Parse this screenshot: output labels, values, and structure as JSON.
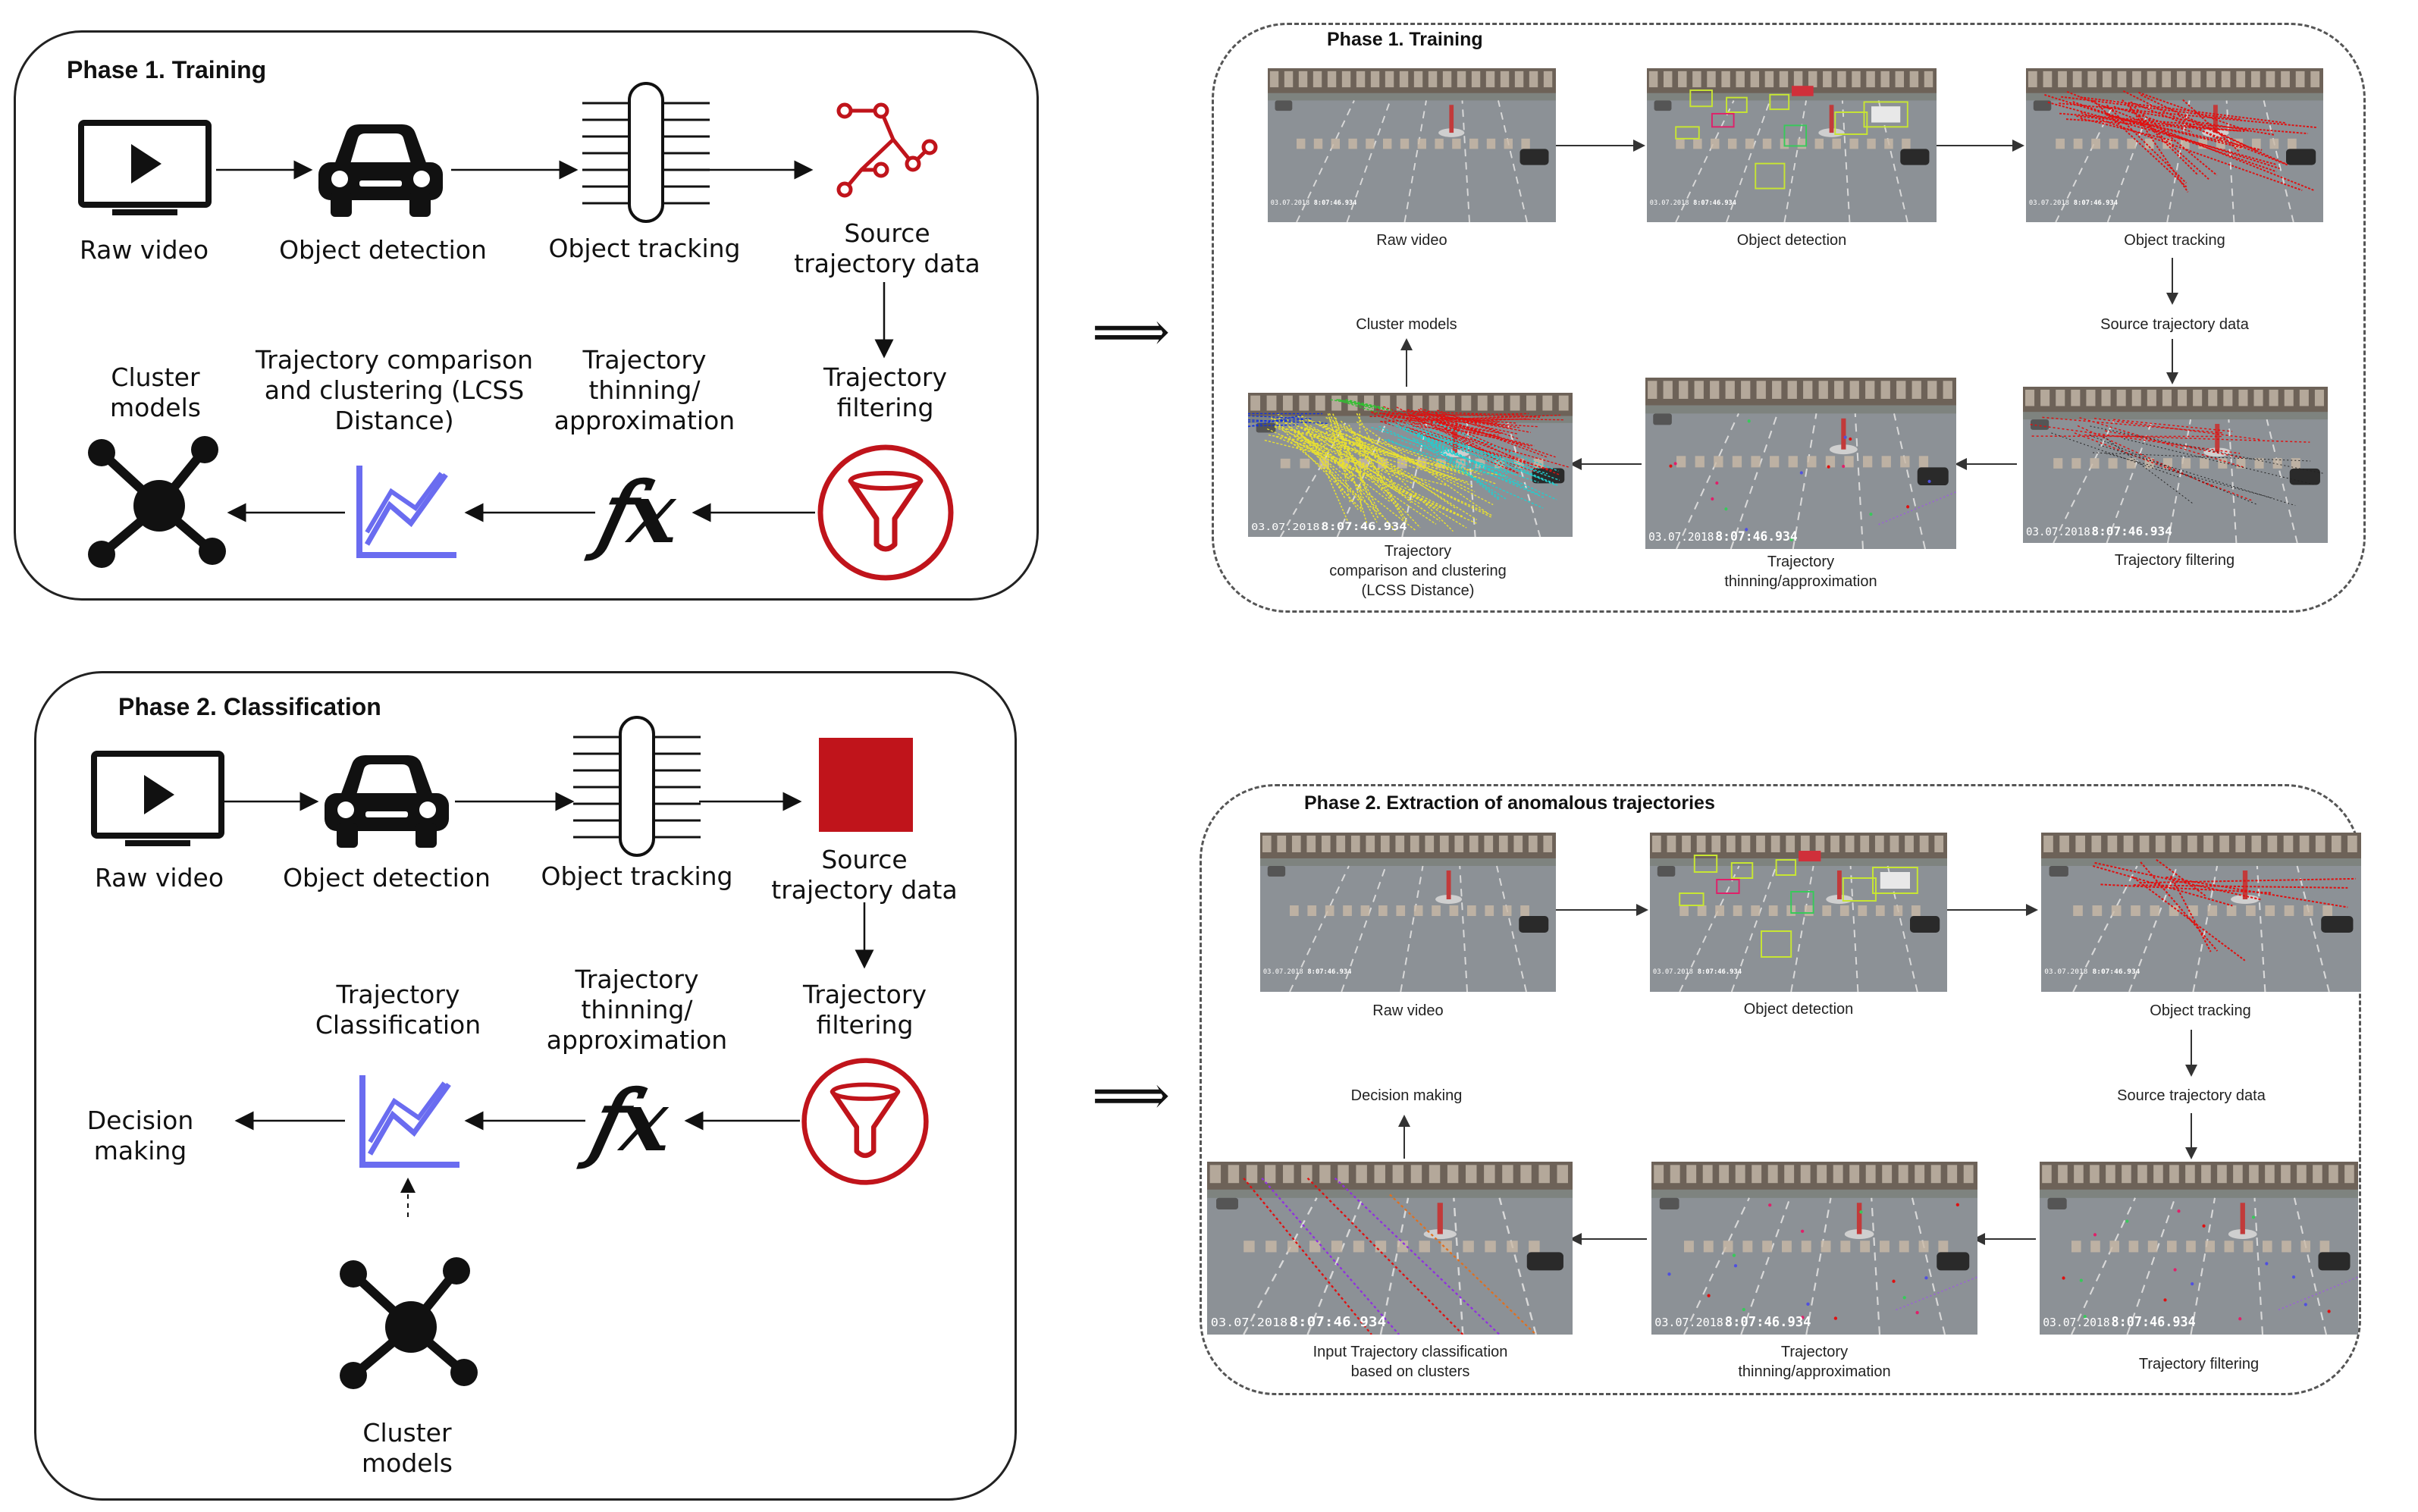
{
  "phase1": {
    "title": "Phase 1. Training",
    "raw_video": "Raw video",
    "object_detection": "Object detection",
    "object_tracking": "Object tracking",
    "source_trajectory": "Source\ntrajectory data",
    "trajectory_filtering": "Trajectory\nfiltering",
    "thinning": "Trajectory\nthinning/\napproximation",
    "comparison": "Trajectory comparison\nand clustering (LCSS\nDistance)",
    "cluster_models": "Cluster\nmodels"
  },
  "phase2": {
    "title": "Phase 2. Classification",
    "raw_video": "Raw video",
    "object_detection": "Object detection",
    "object_tracking": "Object tracking",
    "source_trajectory": "Source\ntrajectory data",
    "trajectory_filtering": "Trajectory\nfiltering",
    "thinning": "Trajectory\nthinning/\napproximation",
    "classification": "Trajectory\nClassification",
    "decision_making": "Decision making",
    "cluster_models": "Cluster\nmodels"
  },
  "implies_symbol": "⟹",
  "screens1": {
    "title": "Phase 1. Training",
    "raw_video": "Raw video",
    "object_detection": "Object detection",
    "object_tracking": "Object tracking",
    "source_trajectory": "Source trajectory data",
    "cluster_models": "Cluster models",
    "comparison": "Trajectory\ncomparison and clustering\n(LCSS Distance)",
    "thinning": "Trajectory\nthinning/approximation",
    "filtering": "Trajectory filtering"
  },
  "screens2": {
    "title": "Phase 2. Extraction of anomalous trajectories",
    "raw_video": "Raw video",
    "object_detection": "Object detection",
    "object_tracking": "Object tracking",
    "source_trajectory": "Source trajectory data",
    "decision_making": "Decision making",
    "classification": "Input Trajectory classification\nbased on clusters",
    "thinning": "Trajectory\nthinning/approximation",
    "filtering": "Trajectory filtering"
  },
  "frame_text": {
    "date": "03.07.2018",
    "time": "8:07:46.934"
  },
  "icons": {
    "video": "monitor-play-icon",
    "car": "car-icon",
    "tracking": "tracking-lines-icon",
    "trajectory": "trajectory-nodes-icon",
    "filter": "funnel-icon",
    "function": "fx-icon",
    "chart": "line-chart-icon",
    "cluster": "cluster-network-icon"
  },
  "colors": {
    "red": "#c0141b",
    "chart_blue": "#6a6cf0",
    "frame_bg": "#8a8f94"
  }
}
